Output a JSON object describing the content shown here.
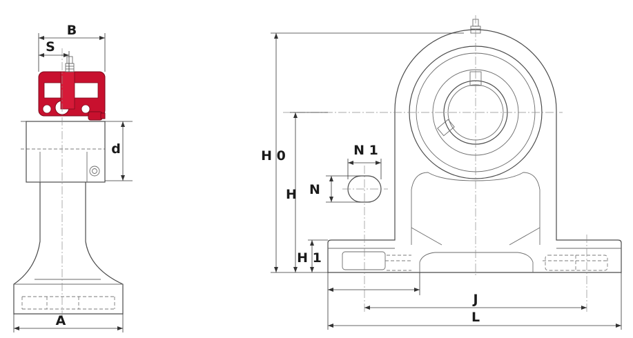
{
  "labels": {
    "B": "B",
    "S": "S",
    "d": "d",
    "A": "A",
    "H0": "H 0",
    "H": "H",
    "N1": "N 1",
    "N": "N",
    "H1": "H 1",
    "J": "J",
    "L": "L"
  },
  "colors": {
    "bearing_insert": "#c8102e",
    "outline": "#4a4a4a",
    "dimension": "#333333"
  }
}
